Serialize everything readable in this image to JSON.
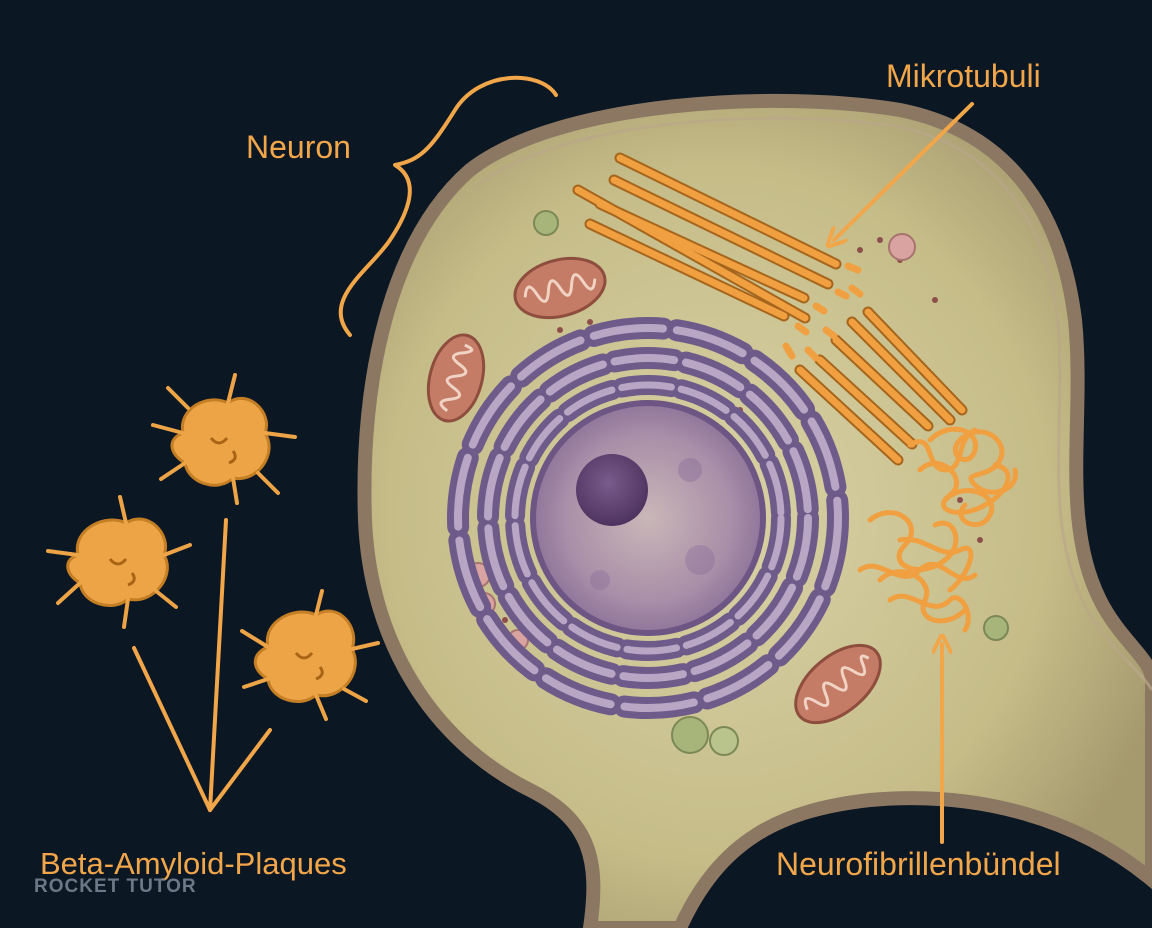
{
  "labels": {
    "neuron": "Neuron",
    "microtubules": "Mikrotubuli",
    "amyloid_plaques": "Beta-Amyloid-Plaques",
    "neurofibrillary_tangles": "Neurofibrillenbündel"
  },
  "watermark": "ROCKET TUTOR",
  "colors": {
    "background": "#0c1724",
    "annotation": "#f2a64a",
    "cytoplasm": "#c9c08e",
    "membrane": "#a08c74",
    "nucleus": "#8a6f98",
    "nucleolus": "#5e3f72",
    "endoplasmic_reticulum": "#7f6b9a",
    "mitochondria": "#b8705a",
    "microtubule": "#f0a040",
    "plaque": "#eca447"
  }
}
